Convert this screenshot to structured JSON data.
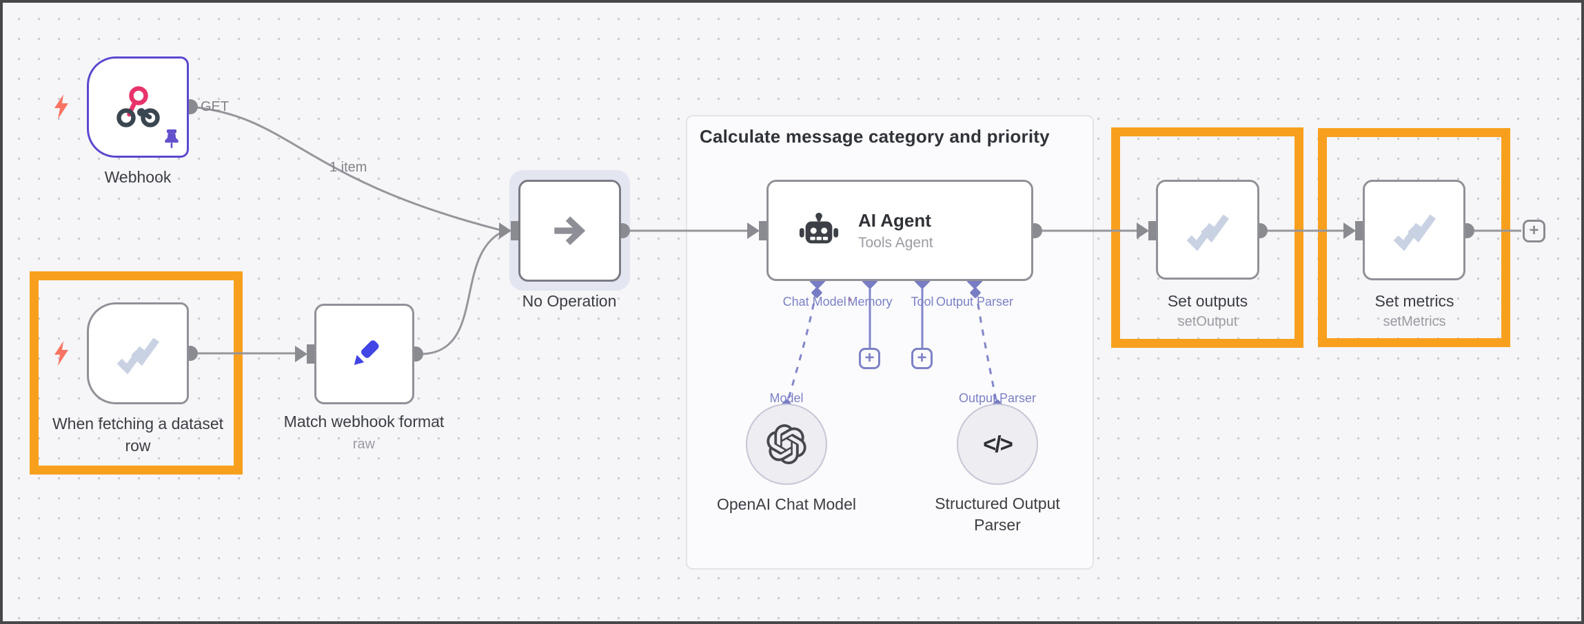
{
  "group": {
    "title": "Calculate message category and priority"
  },
  "edges": {
    "webhook_method": "GET",
    "items_count": "1 item"
  },
  "nodes": {
    "webhook": {
      "label": "Webhook"
    },
    "dataset_trigger": {
      "label": "When fetching a dataset row"
    },
    "match": {
      "label": "Match webhook format",
      "sublabel": "raw"
    },
    "noop": {
      "label": "No Operation"
    },
    "agent": {
      "title": "AI Agent",
      "subtitle": "Tools Agent",
      "ports": [
        {
          "label": "Chat Model",
          "required": "*"
        },
        {
          "label": "Memory",
          "required": ""
        },
        {
          "label": "Tool",
          "required": ""
        },
        {
          "label": "Output Parser",
          "required": ""
        }
      ],
      "model_port_label": "Model",
      "parser_port_label": "Output Parser"
    },
    "openai": {
      "label": "OpenAI Chat Model"
    },
    "parser": {
      "label": "Structured Output Parser"
    },
    "set_outputs": {
      "label": "Set outputs",
      "sublabel": "setOutput"
    },
    "set_metrics": {
      "label": "Set metrics",
      "sublabel": "setMetrics"
    }
  },
  "colors": {
    "accent_orange": "#f8a01e",
    "connector_gray": "#95959c",
    "purple": "#7c81c6",
    "webhook_border": "#5a48d0",
    "icon_blue": "#4145e5",
    "icon_check": "#c9d2e3",
    "bolt_red": "#f97362"
  }
}
